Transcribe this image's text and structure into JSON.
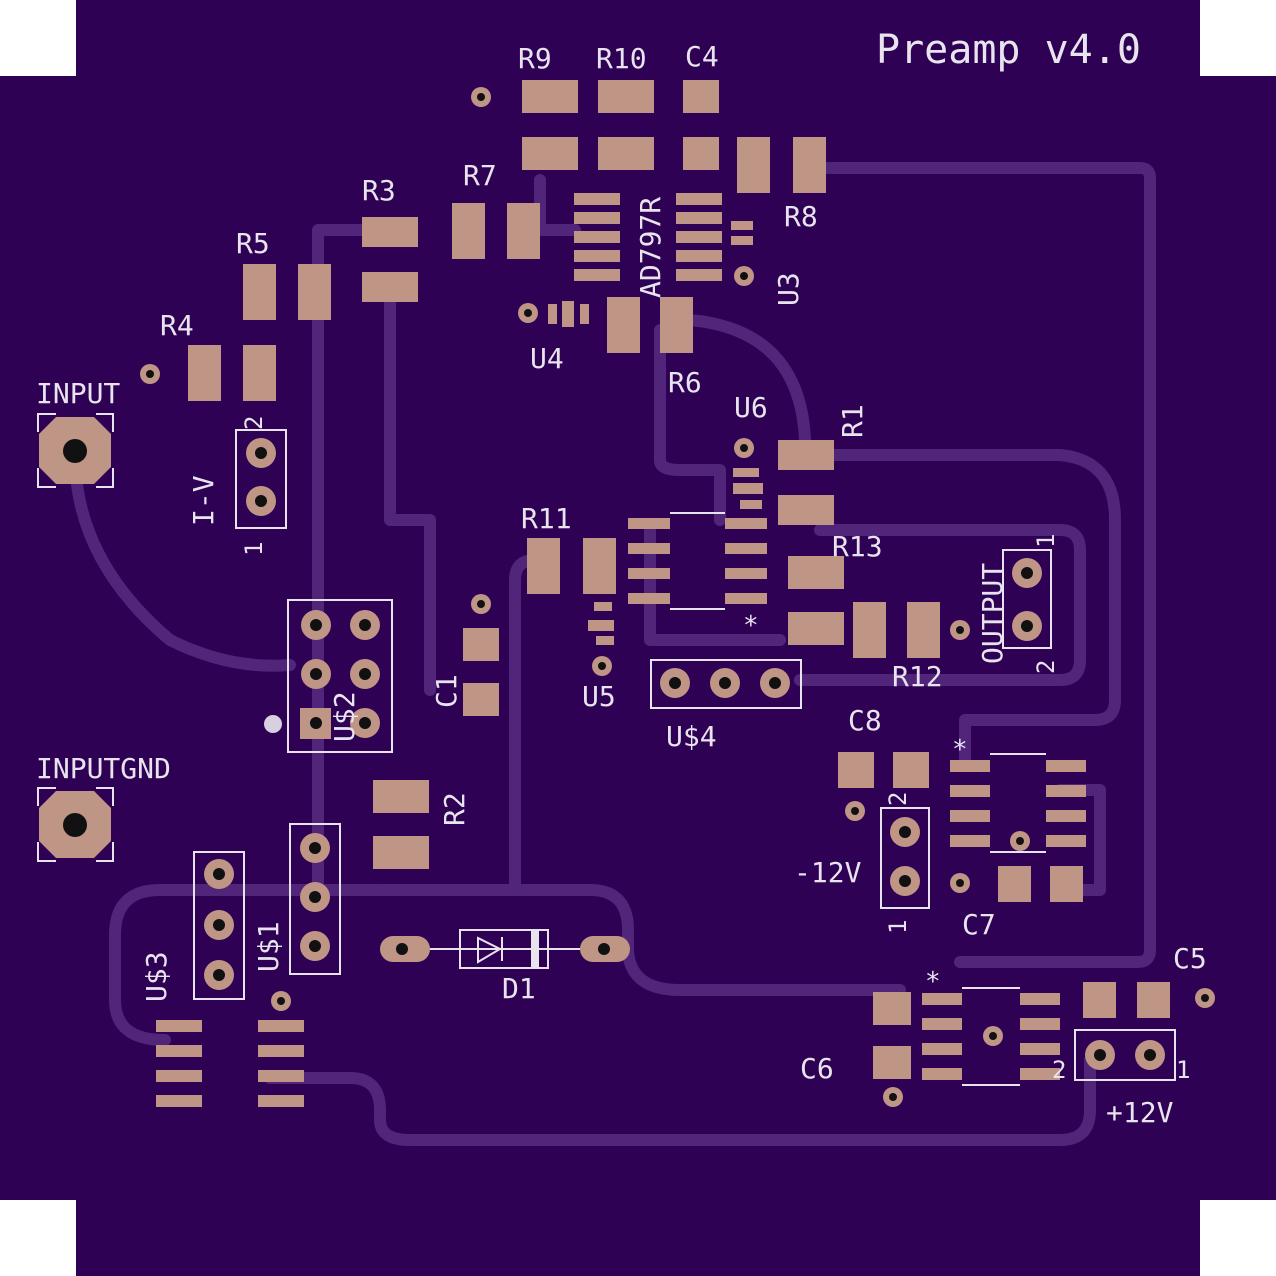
{
  "board": {
    "title": "Preamp v4.0",
    "colors": {
      "background": "#ffffff",
      "board": "#2e0154",
      "trace": "#50257a",
      "pad": "#bf9585",
      "silk": "#e8e4ee",
      "hole": "#111111"
    }
  },
  "labels": {
    "r9": "R9",
    "r10": "R10",
    "c4": "C4",
    "r3": "R3",
    "r7": "R7",
    "r8": "R8",
    "ad797": "AD797R",
    "u3": "U3",
    "r5": "R5",
    "r4": "R4",
    "u4": "U4",
    "r6": "R6",
    "input": "INPUT",
    "iv": "I-V",
    "iv_pin2": "2",
    "iv_pin1": "1",
    "u6": "U6",
    "r1": "R1",
    "r11": "R11",
    "r13": "R13",
    "output": "OUTPUT",
    "out_pin1": "1",
    "out_pin2": "2",
    "c1": "C1",
    "us2": "U$2",
    "u5": "U5",
    "r12": "R12",
    "us4": "U$4",
    "c8": "C8",
    "inputgnd": "INPUTGND",
    "r2": "R2",
    "neg12": "-12V",
    "neg_pin2": "2",
    "neg_pin1": "1",
    "c7": "C7",
    "us3": "U$3",
    "us1": "U$1",
    "d1": "D1",
    "c5": "C5",
    "c6": "C6",
    "pos_pin2": "2",
    "pos_pin1": "1",
    "pos12": "+12V",
    "star_u6": "*",
    "star_c7": "*",
    "star_c6": "*"
  }
}
